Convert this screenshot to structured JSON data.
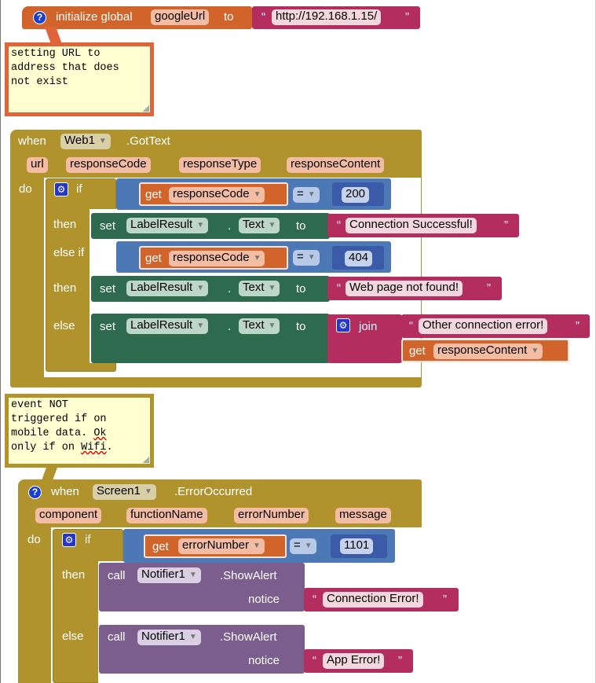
{
  "global_init": {
    "label": "initialize global",
    "var_name": "googleUrl",
    "to": "to",
    "value": "http://192.168.1.15/"
  },
  "comment1": {
    "text": "setting URL to\naddress that does\nnot exist"
  },
  "web_event": {
    "when": "when",
    "component": "Web1",
    ".event": ".GotText",
    "params": [
      "url",
      "responseCode",
      "responseType",
      "responseContent"
    ],
    "do": "do",
    "if": "if",
    "then": "then",
    "else_if": "else if",
    "else": "else",
    "cond1": {
      "get": "get",
      "var": "responseCode",
      "op": "=",
      "value": "200"
    },
    "cond2": {
      "get": "get",
      "var": "responseCode",
      "op": "=",
      "value": "404"
    },
    "set1": {
      "set": "set",
      "component": "LabelResult",
      "property": "Text",
      "to": "to",
      "value": "Connection Successful!"
    },
    "set2": {
      "set": "set",
      "component": "LabelResult",
      "property": "Text",
      "to": "to",
      "value": "Web page not found!"
    },
    "set3": {
      "set": "set",
      "component": "LabelResult",
      "property": "Text",
      "to": "to",
      "join": "join",
      "value": "Other connection error!",
      "get": "get",
      "var": "responseContent"
    }
  },
  "comment2": {
    "line1": "event NOT",
    "line2": "triggered if on",
    "line3_a": "mobile data. ",
    "line3_b": "Ok",
    "line4_a": "only if on ",
    "line4_b": "Wifi",
    "line4_c": "."
  },
  "error_event": {
    "when": "when",
    "component": "Screen1",
    "event": ".ErrorOccurred",
    "params": [
      "component",
      "functionName",
      "errorNumber",
      "message"
    ],
    "do": "do",
    "if": "if",
    "then": "then",
    "else": "else",
    "cond": {
      "get": "get",
      "var": "errorNumber",
      "op": "=",
      "value": "1101"
    },
    "call1": {
      "call": "call",
      "component": "Notifier1",
      "method": ".ShowAlert",
      "notice": "notice",
      "value": "Connection Error!"
    },
    "call2": {
      "call": "call",
      "component": "Notifier1",
      "method": ".ShowAlert",
      "notice": "notice",
      "value": "App Error!"
    }
  },
  "colors": {
    "variables": "#d0642b",
    "text": "#b32d5e",
    "event": "#b1932e",
    "control": "#4c79b5",
    "math": "#3b5ba8",
    "set": "#2e6a4d",
    "procedure": "#7b5e8e",
    "comment_border": "#e0643a"
  }
}
